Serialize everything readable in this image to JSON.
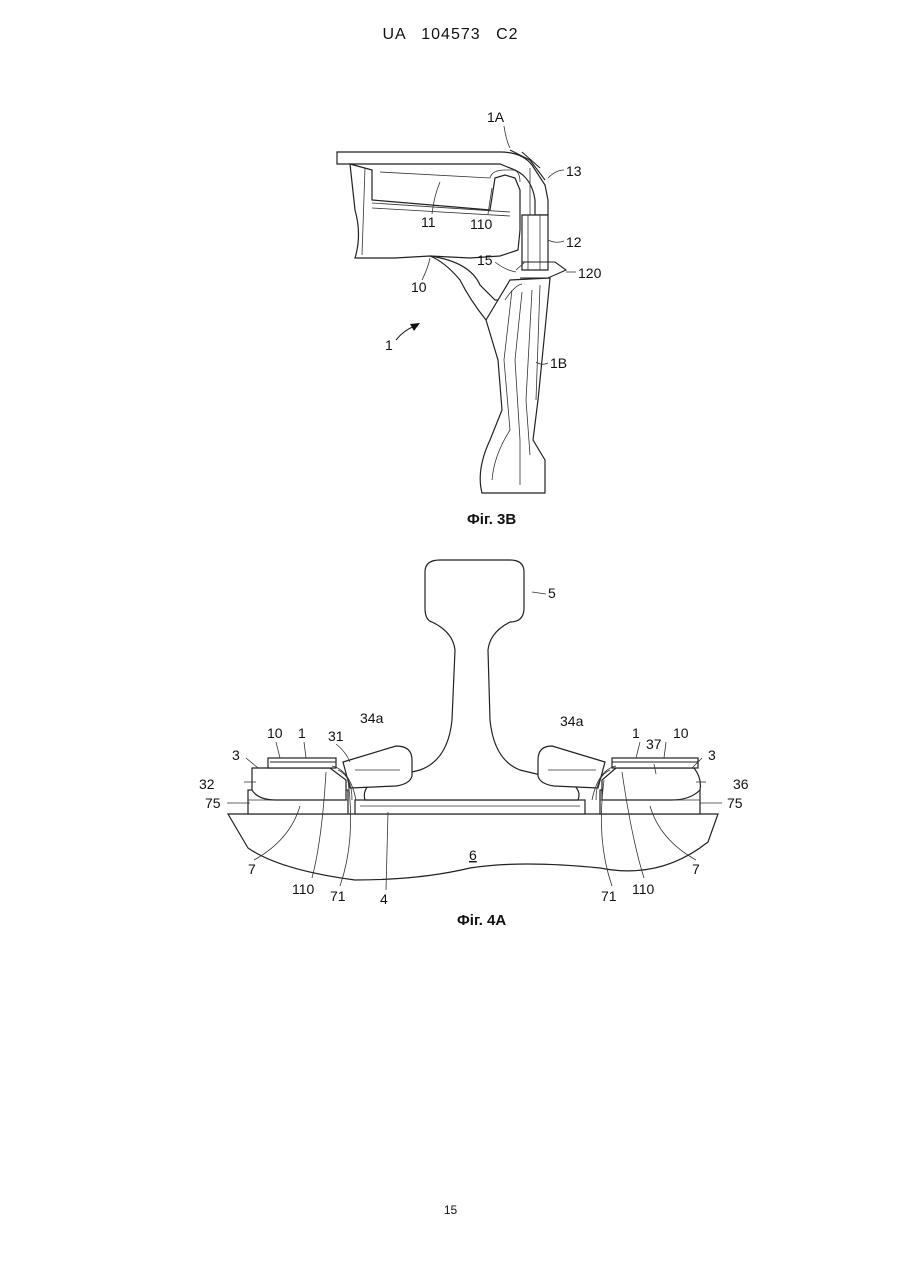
{
  "header": {
    "doc_number": "UA   104573   C2"
  },
  "figure_3b": {
    "caption": "Фіг. 3В",
    "labels": {
      "l_1A": "1A",
      "l_13": "13",
      "l_11": "11",
      "l_110": "110",
      "l_12": "12",
      "l_15": "15",
      "l_120": "120",
      "l_10": "10",
      "l_1": "1",
      "l_1B": "1B"
    }
  },
  "figure_4a": {
    "caption": "Фіг. 4А",
    "labels": {
      "l_5": "5",
      "l_34a_left": "34a",
      "l_34a_right": "34a",
      "l_10_left": "10",
      "l_1_left": "1",
      "l_31": "31",
      "l_3_left": "3",
      "l_32": "32",
      "l_75_left": "75",
      "l_7_left": "7",
      "l_110_left": "110",
      "l_71_left": "71",
      "l_4": "4",
      "l_6": "6",
      "l_1_right": "1",
      "l_10_right": "10",
      "l_37": "37",
      "l_3_right": "3",
      "l_36": "36",
      "l_75_right": "75",
      "l_7_right": "7",
      "l_110_right": "110",
      "l_71_right": "71"
    }
  },
  "footer": {
    "page_number": "15"
  }
}
